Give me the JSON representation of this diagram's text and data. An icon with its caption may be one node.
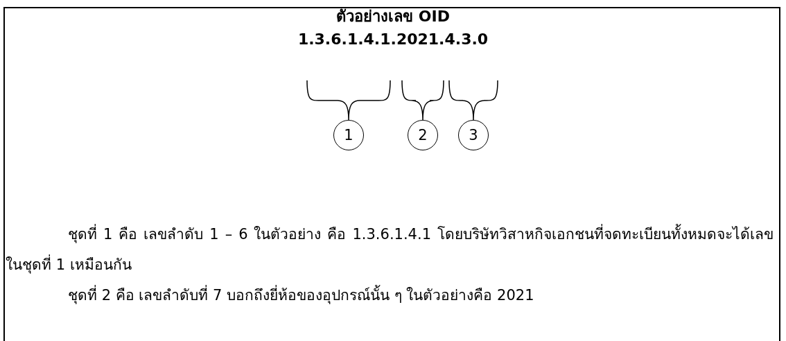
{
  "diagram": {
    "title": "ตัวอย่างเลข OID",
    "nodes": [
      {
        "text": [
          "1"
        ]
      },
      {
        "text": [
          "2"
        ]
      },
      {
        "text": [
          "3"
        ]
      }
    ],
    "labels": [
      "1.3.6.1.4.1.2021.4.3.0",
      "ชุดที่ 1 คือ เลขลำดับ 1 – 6 ในตัวอย่าง คือ 1.3.6.1.4.1 โดยบริษัทวิสาหกิจเอกชนที่จดทะเบียนทั้งหมดจะได้เลขในชุดที่ 1 เหมือนกัน",
      "ชุดที่ 2 คือ เลขลำดับที่ 7 บอกถึงยี่ห้อของอุปกรณ์นั้น ๆ ในตัวอย่างคือ 2021"
    ]
  }
}
